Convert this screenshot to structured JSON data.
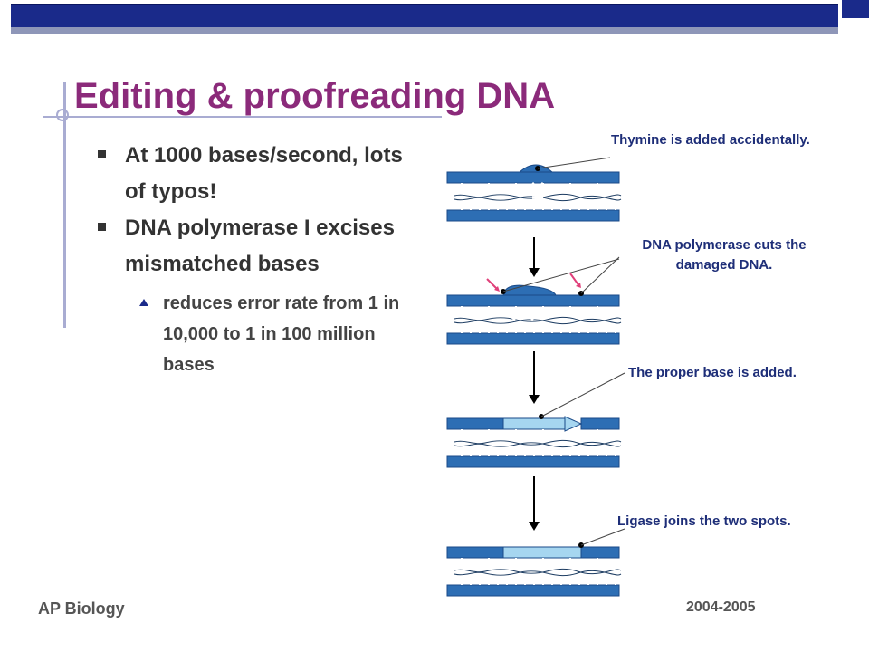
{
  "slide": {
    "title": "Editing & proofreading DNA",
    "bullets": [
      {
        "text": "At 1000 bases/second, lots of typos!"
      },
      {
        "text": "DNA polymerase I excises mismatched bases"
      }
    ],
    "sub_bullet": "reduces error rate from 1 in 10,000 to 1 in 100 million bases",
    "footer_left": "AP Biology",
    "footer_right": "2004-2005"
  },
  "diagram": {
    "captions": [
      "Thymine is added accidentally.",
      "DNA polymerase cuts the damaged DNA.",
      "The proper base is added.",
      "Ligase joins the two spots."
    ]
  },
  "colors": {
    "title": "#8b2a7a",
    "band": "#1a2a8a",
    "dna": "#2d6eb4",
    "new_strand": "#a6d6f0",
    "caption": "#1e2e78"
  }
}
